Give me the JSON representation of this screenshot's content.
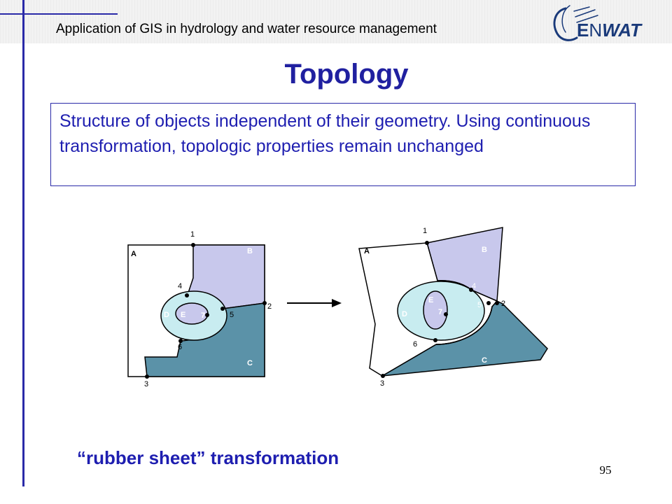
{
  "header": {
    "text": "Application of GIS in hydrology and water resource management",
    "logo_text": "ENWAT"
  },
  "title": "Topology",
  "definition": "Structure of objects independent of their geometry. Using continuous transformation, topologic properties remain unchanged",
  "figure": {
    "node_labels": [
      "1",
      "2",
      "3",
      "4",
      "5",
      "6",
      "7"
    ],
    "polygon_labels": [
      "A",
      "B",
      "C",
      "D",
      "E"
    ]
  },
  "caption": "“rubber sheet” transformation",
  "page_number": "95",
  "colors": {
    "accent": "#2a2aa8",
    "title": "#2020a0",
    "text": "#1e1eb0",
    "polygon_b": "#c8c8ec",
    "polygon_c": "#5b92a8",
    "polygon_d": "#c8ecf0",
    "polygon_e": "#c8c8ec"
  }
}
